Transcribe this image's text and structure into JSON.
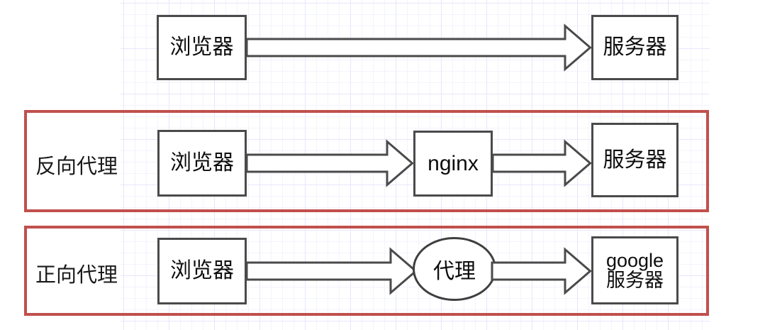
{
  "diagram": {
    "title": "Proxy vs Reverse Proxy diagram",
    "background": "#ffffff",
    "grid_color": "#e8e6fb",
    "highlight_color": "#c0504d",
    "node_stroke": "#4a4a4a",
    "rows": [
      {
        "id": "direct",
        "label": "",
        "highlighted": false,
        "nodes": [
          {
            "id": "browser-1",
            "text": "浏览器",
            "shape": "rect"
          },
          {
            "id": "server-1",
            "text": "服务器",
            "shape": "rect"
          }
        ],
        "arrows": [
          {
            "id": "arrow-browser-to-server",
            "from": "browser-1",
            "to": "server-1"
          }
        ]
      },
      {
        "id": "reverse-proxy",
        "label": "反向代理",
        "highlighted": true,
        "nodes": [
          {
            "id": "browser-2",
            "text": "浏览器",
            "shape": "rect"
          },
          {
            "id": "nginx",
            "text": "nginx",
            "shape": "rect"
          },
          {
            "id": "server-2",
            "text": "服务器",
            "shape": "rect"
          }
        ],
        "arrows": [
          {
            "id": "arrow-browser-to-nginx",
            "from": "browser-2",
            "to": "nginx"
          },
          {
            "id": "arrow-nginx-to-server",
            "from": "nginx",
            "to": "server-2"
          }
        ]
      },
      {
        "id": "forward-proxy",
        "label": "正向代理",
        "highlighted": true,
        "nodes": [
          {
            "id": "browser-3",
            "text": "浏览器",
            "shape": "rect"
          },
          {
            "id": "proxy",
            "text": "代理",
            "shape": "ellipse"
          },
          {
            "id": "google-server",
            "text_line1": "google",
            "text_line2": "服务器",
            "shape": "rect"
          }
        ],
        "arrows": [
          {
            "id": "arrow-browser-to-proxy",
            "from": "browser-3",
            "to": "proxy"
          },
          {
            "id": "arrow-proxy-to-google",
            "from": "proxy",
            "to": "google-server"
          }
        ]
      }
    ]
  }
}
